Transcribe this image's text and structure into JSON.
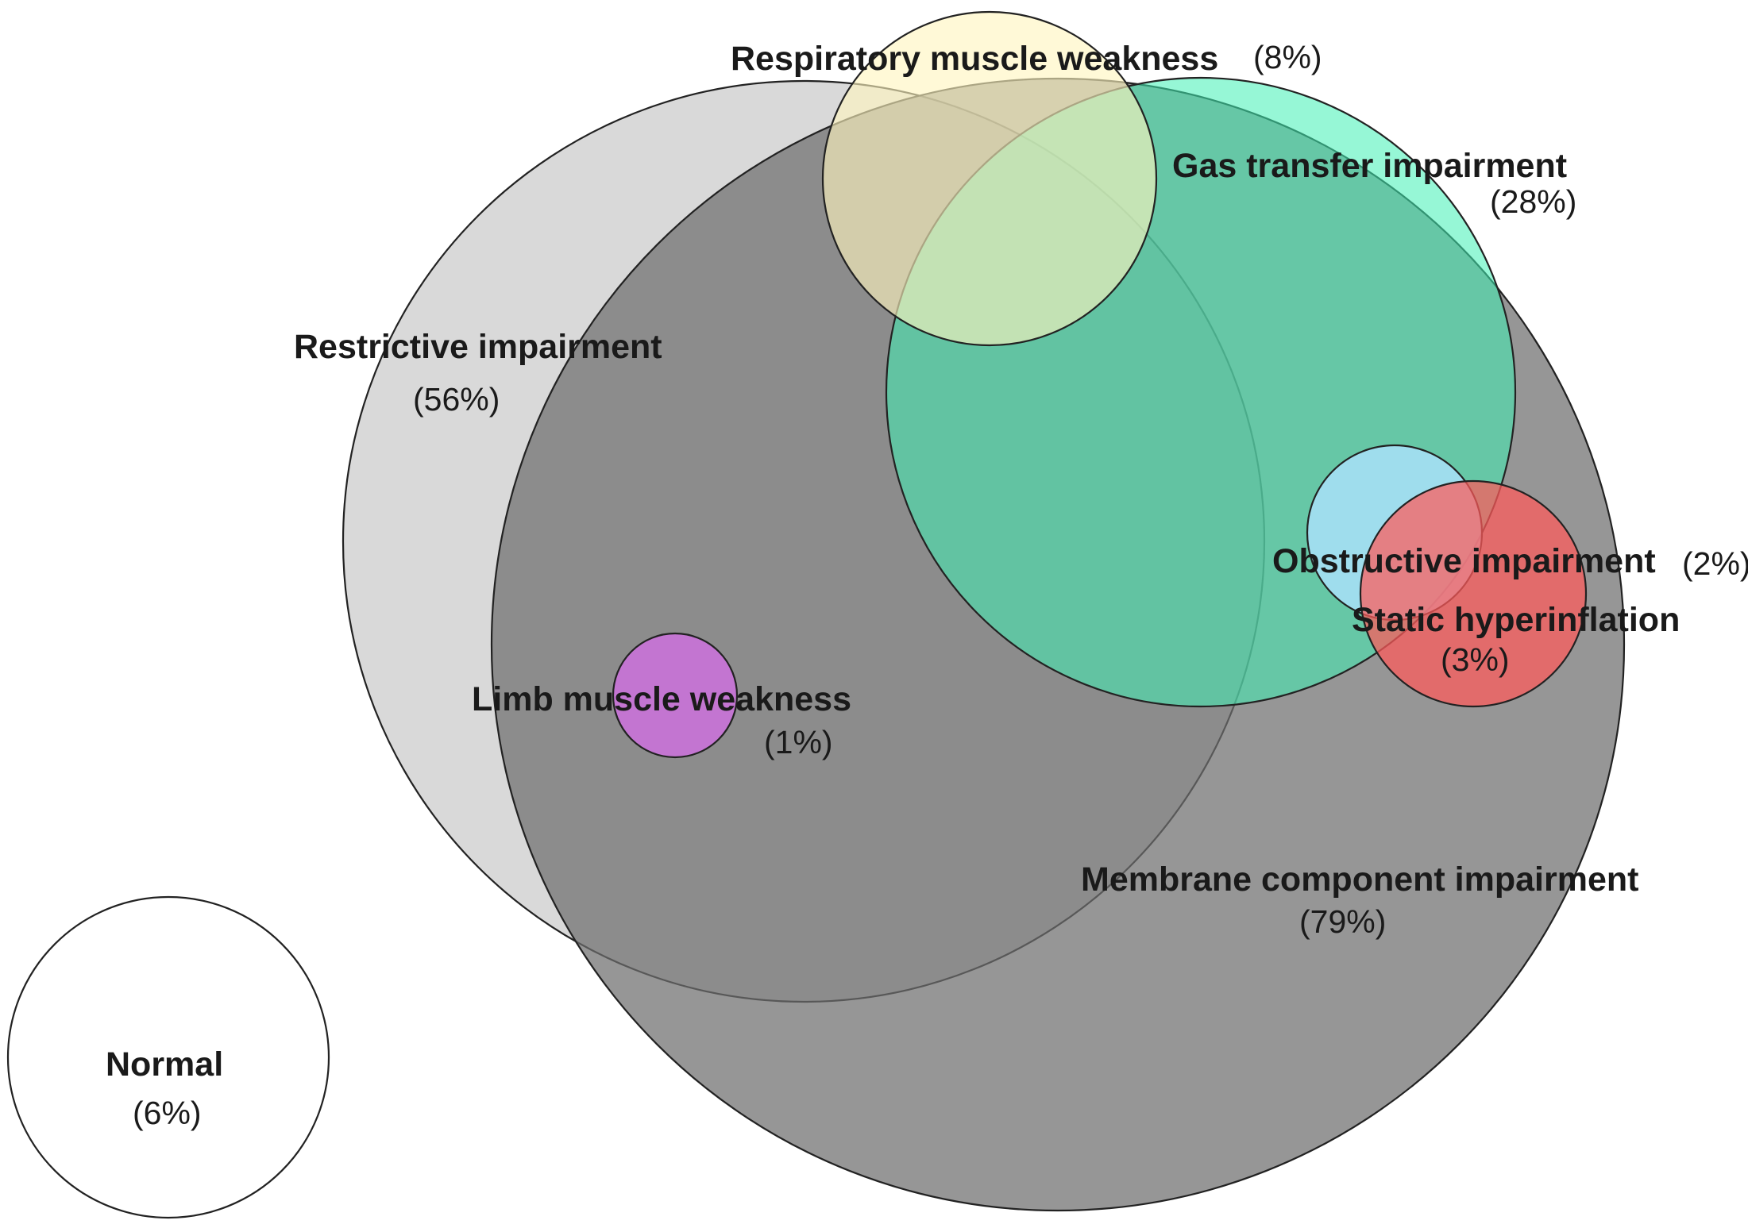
{
  "chart_data": {
    "type": "venn",
    "sets": [
      {
        "id": "restrictive",
        "label": "Restrictive impairment",
        "percent": "(56%)",
        "value": 56,
        "color": "#d2d2d2",
        "opacity": 0.85
      },
      {
        "id": "membrane",
        "label": "Membrane component impairment",
        "percent": "(79%)",
        "value": 79,
        "color": "#6e6e6e",
        "opacity": 0.72
      },
      {
        "id": "gas",
        "label": "Gas transfer impairment",
        "percent": "(28%)",
        "value": 28,
        "color": "#3ff0b4",
        "opacity": 0.55
      },
      {
        "id": "respiratory",
        "label": "Respiratory muscle weakness",
        "percent": "(8%)",
        "value": 8,
        "color": "#fff5bf",
        "opacity": 0.62
      },
      {
        "id": "obstructive",
        "label": "Obstructive impairment",
        "percent": "(2%)",
        "value": 2,
        "color": "#aee2ff",
        "opacity": 0.8
      },
      {
        "id": "static",
        "label": "Static hyperinflation",
        "percent": "(3%)",
        "value": 3,
        "color": "#ff5a5a",
        "opacity": 0.72
      },
      {
        "id": "limb",
        "label": "Limb muscle weakness",
        "percent": "(1%)",
        "value": 1,
        "color": "#d070e0",
        "opacity": 0.82
      },
      {
        "id": "normal",
        "label": "Normal",
        "percent": "(6%)",
        "value": 6,
        "color": "#ffffff",
        "opacity": 1.0
      }
    ]
  }
}
